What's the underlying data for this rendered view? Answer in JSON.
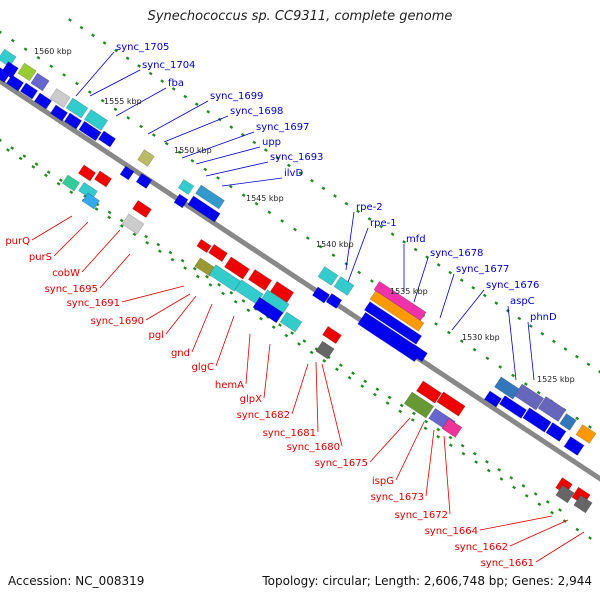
{
  "title": "Synechococcus sp. CC9311, complete genome",
  "footer": {
    "accession": "Accession: NC_008319",
    "summary": "Topology: circular; Length: 2,606,748 bp; Genes: 2,944"
  },
  "colors": {
    "forward_label": "#0000cc",
    "reverse_label": "#dd0000",
    "backbone": "#888888",
    "cds": "#0000ee",
    "rna": "#ee0000",
    "tick": "#228822"
  },
  "scale_ticks": [
    "1560 kbp",
    "1555 kbp",
    "1550 kbp",
    "1545 kbp",
    "1540 kbp",
    "1535 kbp",
    "1530 kbp",
    "1525 kbp"
  ],
  "forward_genes": [
    "sync_1705",
    "sync_1704",
    "fba",
    "sync_1699",
    "sync_1698",
    "sync_1697",
    "upp",
    "sync_1693",
    "ilvD",
    "rpe-2",
    "rpe-1",
    "mfd",
    "sync_1678",
    "sync_1677",
    "sync_1676",
    "aspC",
    "phnD"
  ],
  "reverse_genes": [
    "purQ",
    "purS",
    "cobW",
    "sync_1695",
    "sync_1691",
    "sync_1690",
    "pgl",
    "gnd",
    "glgC",
    "hemA",
    "glpX",
    "sync_1682",
    "sync_1681",
    "sync_1680",
    "sync_1675",
    "ispG",
    "sync_1673",
    "sync_1672",
    "sync_1664",
    "sync_1662",
    "sync_1661"
  ]
}
